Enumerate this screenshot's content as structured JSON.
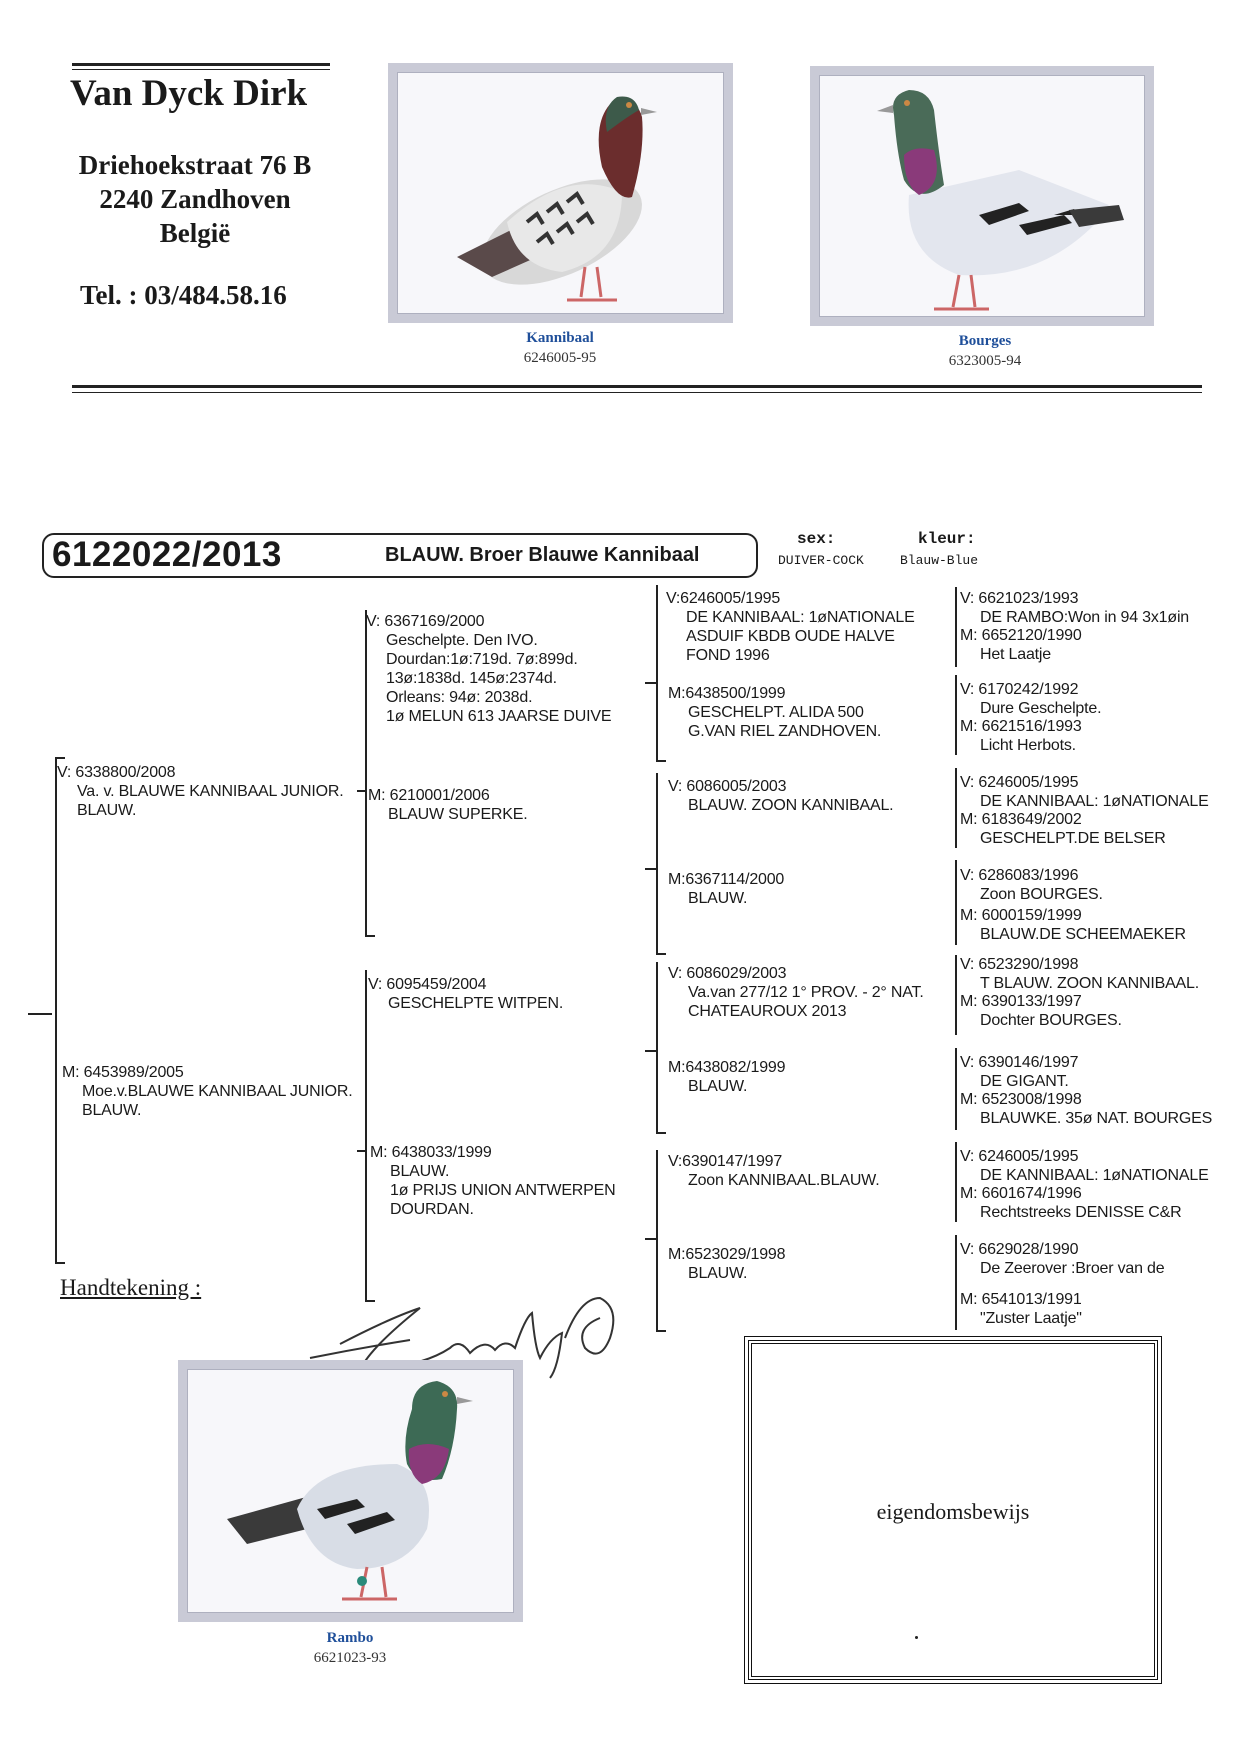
{
  "breeder": {
    "name": "Van Dyck Dirk",
    "street": "Driehoekstraat 76 B",
    "city": "2240 Zandhoven",
    "country": "België",
    "tel": "Tel. : 03/484.58.16"
  },
  "photos": {
    "kannibaal": {
      "name": "Kannibaal",
      "ring": "6246005-95"
    },
    "bourges": {
      "name": "Bourges",
      "ring": "6323005-94"
    },
    "rambo": {
      "name": "Rambo",
      "ring": "6621023-93"
    }
  },
  "pigeon": {
    "ring": "6122022/2013",
    "title": "BLAUW. Broer Blauwe Kannibaal",
    "sex_label": "sex:",
    "sex_value": "DUIVER-COCK",
    "color_label": "kleur:",
    "color_value": "Blauw-Blue"
  },
  "pedigree": {
    "sire": {
      "tag": "V:",
      "ring": "6338800/2008",
      "lines": [
        "Va. v. BLAUWE KANNIBAAL JUNIOR.",
        "BLAUW."
      ]
    },
    "dam": {
      "tag": "M:",
      "ring": "6453989/2005",
      "lines": [
        "Moe.v.BLAUWE KANNIBAAL JUNIOR.",
        "BLAUW."
      ]
    },
    "g2": [
      {
        "tag": "V:",
        "ring": "6367169/2000",
        "lines": [
          "Geschelpte. Den IVO.",
          "Dourdan:1ø:719d. 7ø:899d.",
          "13ø:1838d. 145ø:2374d.",
          "Orleans: 94ø: 2038d.",
          "1ø MELUN 613 JAARSE DUIVE"
        ]
      },
      {
        "tag": "M:",
        "ring": "6210001/2006",
        "lines": [
          "BLAUW SUPERKE."
        ]
      },
      {
        "tag": "V:",
        "ring": "6095459/2004",
        "lines": [
          "GESCHELPTE WITPEN."
        ]
      },
      {
        "tag": "M:",
        "ring": "6438033/1999",
        "lines": [
          "BLAUW.",
          "1ø PRIJS UNION ANTWERPEN",
          "DOURDAN."
        ]
      }
    ],
    "g3": [
      {
        "tag": "V:",
        "ring": "6246005/1995",
        "lines": [
          "DE KANNIBAAL: 1øNATIONALE",
          "ASDUIF KBDB OUDE HALVE",
          "FOND 1996"
        ]
      },
      {
        "tag": "M:",
        "ring": "6438500/1999",
        "lines": [
          "GESCHELPT. ALIDA 500",
          "G.VAN RIEL ZANDHOVEN."
        ]
      },
      {
        "tag": "V:",
        "ring": "6086005/2003",
        "lines": [
          "BLAUW. ZOON KANNIBAAL."
        ]
      },
      {
        "tag": "M:",
        "ring": "6367114/2000",
        "lines": [
          "BLAUW."
        ]
      },
      {
        "tag": "V:",
        "ring": "6086029/2003",
        "lines": [
          "Va.van 277/12 1° PROV. - 2° NAT.",
          "CHATEAUROUX 2013"
        ]
      },
      {
        "tag": "M:",
        "ring": "6438082/1999",
        "lines": [
          "BLAUW."
        ]
      },
      {
        "tag": "V:",
        "ring": "6390147/1997",
        "lines": [
          "Zoon KANNIBAAL.BLAUW."
        ]
      },
      {
        "tag": "M:",
        "ring": "6523029/1998",
        "lines": [
          "BLAUW."
        ]
      }
    ],
    "g4": [
      {
        "tag": "V:",
        "ring": "6621023/1993",
        "lines": [
          "DE RAMBO:Won in 94 3x1øin"
        ]
      },
      {
        "tag": "M:",
        "ring": "6652120/1990",
        "lines": [
          "Het Laatje"
        ]
      },
      {
        "tag": "V:",
        "ring": "6170242/1992",
        "lines": [
          "Dure Geschelpte."
        ]
      },
      {
        "tag": "M:",
        "ring": "6621516/1993",
        "lines": [
          "Licht Herbots."
        ]
      },
      {
        "tag": "V:",
        "ring": "6246005/1995",
        "lines": [
          "DE KANNIBAAL: 1øNATIONALE"
        ]
      },
      {
        "tag": "M:",
        "ring": "6183649/2002",
        "lines": [
          "GESCHELPT.DE BELSER"
        ]
      },
      {
        "tag": "V:",
        "ring": "6286083/1996",
        "lines": [
          "Zoon BOURGES."
        ]
      },
      {
        "tag": "M:",
        "ring": "6000159/1999",
        "lines": [
          "BLAUW.DE SCHEEMAEKER"
        ]
      },
      {
        "tag": "V:",
        "ring": "6523290/1998",
        "lines": [
          "T BLAUW. ZOON KANNIBAAL."
        ]
      },
      {
        "tag": "M:",
        "ring": "6390133/1997",
        "lines": [
          "Dochter BOURGES."
        ]
      },
      {
        "tag": "V:",
        "ring": "6390146/1997",
        "lines": [
          "DE GIGANT."
        ]
      },
      {
        "tag": "M:",
        "ring": "6523008/1998",
        "lines": [
          "BLAUWKE. 35ø NAT. BOURGES"
        ]
      },
      {
        "tag": "V:",
        "ring": "6246005/1995",
        "lines": [
          "DE KANNIBAAL: 1øNATIONALE"
        ]
      },
      {
        "tag": "M:",
        "ring": "6601674/1996",
        "lines": [
          "Rechtstreeks DENISSE C&R"
        ]
      },
      {
        "tag": "V:",
        "ring": "6629028/1990",
        "lines": [
          "De Zeerover :Broer van de"
        ]
      },
      {
        "tag": "M:",
        "ring": "6541013/1991",
        "lines": [
          "\"Zuster Laatje\""
        ]
      }
    ]
  },
  "signature_label": "Handtekening :",
  "certificate_label": "eigendomsbewijs"
}
